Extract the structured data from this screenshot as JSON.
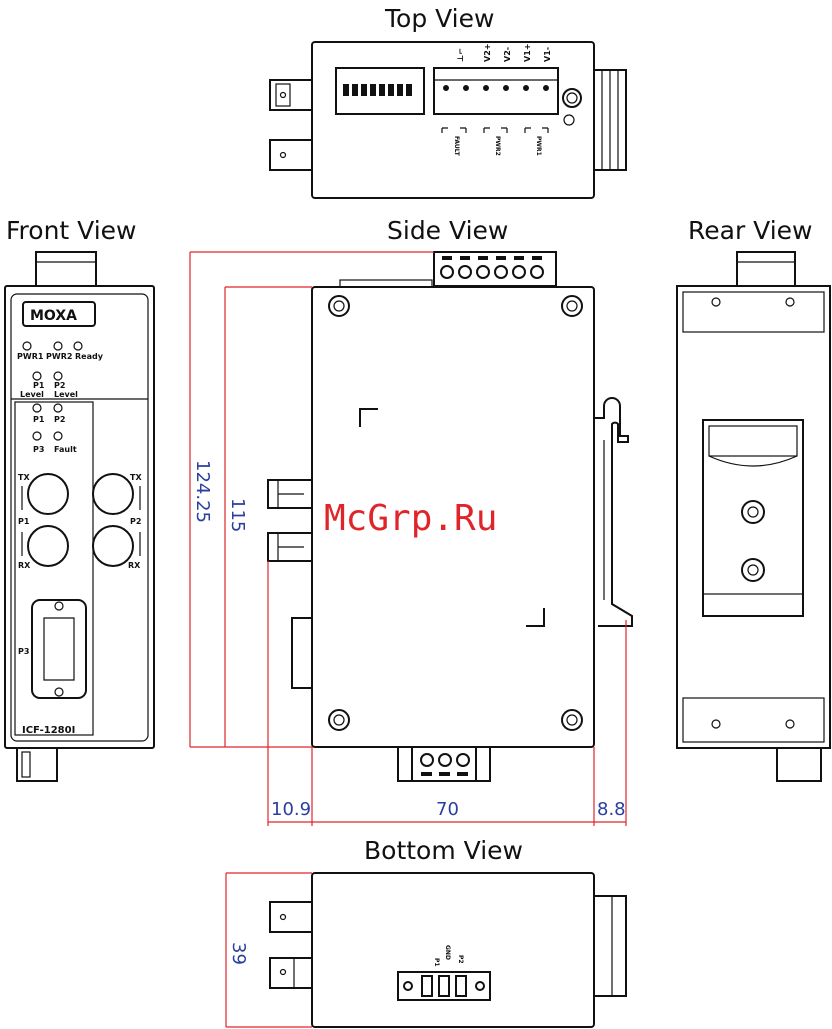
{
  "titles": {
    "top": "Top View",
    "front": "Front View",
    "side": "Side View",
    "rear": "Rear View",
    "bottom": "Bottom View"
  },
  "dimensions": {
    "total_height": "124.25",
    "body_height": "115",
    "left_offset": "10.9",
    "body_width": "70",
    "right_offset": "8.8",
    "depth": "39"
  },
  "front_panel": {
    "brand": "MOXA",
    "led_row1": [
      "PWR1",
      "PWR2",
      "Ready"
    ],
    "p1_level": [
      "P1",
      "Level"
    ],
    "p2_level": [
      "P2",
      "Level"
    ],
    "led_p1": "P1",
    "led_p2": "P2",
    "led_p3": "P3",
    "led_fault": "Fault",
    "tx_left": "TX",
    "tx_right": "TX",
    "port_p1": "P1",
    "port_p2": "P2",
    "rx_left": "RX",
    "rx_right": "RX",
    "port_p3": "P3",
    "model": "ICF-1280I"
  },
  "top_terminal": {
    "pins": [
      "V1-",
      "V1+",
      "V2-",
      "V2+",
      "⊥⌐"
    ],
    "groups": [
      "PWR1",
      "PWR2",
      "FAULT"
    ]
  },
  "bottom_terminal": {
    "pins": [
      "P1",
      "GND",
      "P2"
    ]
  },
  "watermark": "McGrp.Ru",
  "colors": {
    "dimension_line": "#e0252a",
    "dimension_text": "#2a3f9e",
    "line": "#111111"
  }
}
